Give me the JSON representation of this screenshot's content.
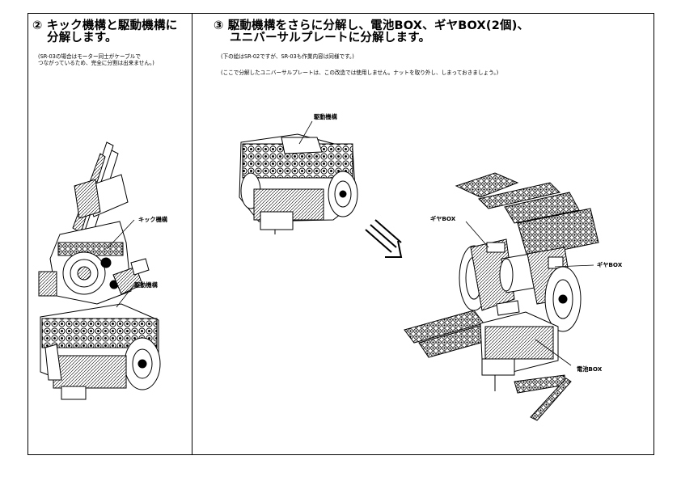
{
  "left_panel": {
    "title_line1": "② キック機構と駆動機構に",
    "title_line2": "分解します。",
    "note_line1": "(SR-03の場合はモーター同士がケーブルで",
    "note_line2": "つながっているため、完全に分割は出来ません。)",
    "label_kick": "キック機構",
    "label_drive": "駆動機構"
  },
  "right_panel": {
    "title_line1": "③ 駆動機構をさらに分解し、電池BOX、ギヤBOX(2個)、",
    "title_line2": "ユニバーサルプレートに分解します。",
    "note_line1": "(下の絵はSR-02ですが、SR-03も作業内容は同様です。)",
    "note_line2": "(ここで分解したユニバーサルプレートは、この改造では使用しません。ナットを取り外し、しまっておきましょう。)",
    "label_drive": "駆動機構",
    "label_gearbox_left": "ギヤBOX",
    "label_gearbox_right": "ギヤBOX",
    "label_battery": "電池BOX"
  }
}
